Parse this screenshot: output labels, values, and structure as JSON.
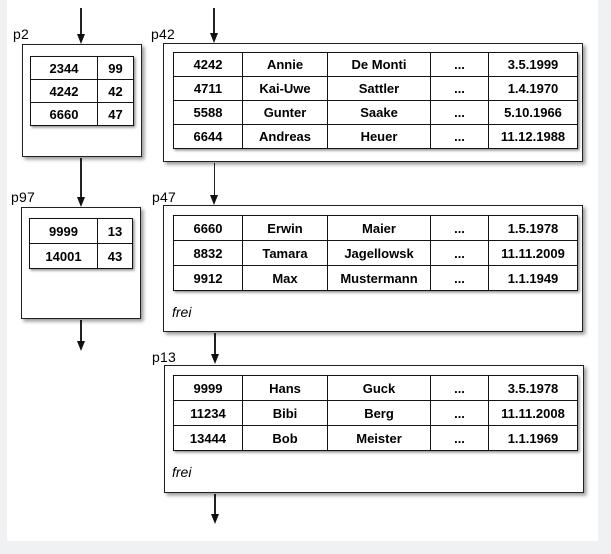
{
  "colors": {
    "line": "#1a1a1a",
    "box_border": "#222222",
    "table_border": "#141414",
    "slide_bg": "#ffffff",
    "margin_bg": "#f0f1f2",
    "text": "#000000"
  },
  "pages": [
    {
      "label": "p2",
      "kind": "index-page",
      "rows": [
        [
          "2344",
          "99"
        ],
        [
          "4242",
          "42"
        ],
        [
          "6660",
          "47"
        ]
      ]
    },
    {
      "label": "p42",
      "kind": "data-page",
      "rows": [
        [
          "4242",
          "Annie",
          "De Monti",
          "...",
          "3.5.1999"
        ],
        [
          "4711",
          "Kai-Uwe",
          "Sattler",
          "...",
          "1.4.1970"
        ],
        [
          "5588",
          "Gunter",
          "Saake",
          "...",
          "5.10.1966"
        ],
        [
          "6644",
          "Andreas",
          "Heuer",
          "...",
          "11.12.1988"
        ]
      ]
    },
    {
      "label": "p97",
      "kind": "index-page",
      "rows": [
        [
          "9999",
          "13"
        ],
        [
          "14001",
          "43"
        ]
      ]
    },
    {
      "label": "p47",
      "kind": "data-page",
      "rows": [
        [
          "6660",
          "Erwin",
          "Maier",
          "...",
          "1.5.1978"
        ],
        [
          "8832",
          "Tamara",
          "Jagellowsk",
          "...",
          "11.11.2009"
        ],
        [
          "9912",
          "Max",
          "Mustermann",
          "...",
          "1.1.1949"
        ]
      ],
      "free_label": "frei"
    },
    {
      "label": "p13",
      "kind": "data-page",
      "rows": [
        [
          "9999",
          "Hans",
          "Guck",
          "...",
          "3.5.1978"
        ],
        [
          "11234",
          "Bibi",
          "Berg",
          "...",
          "11.11.2008"
        ],
        [
          "13444",
          "Bob",
          "Meister",
          "...",
          "1.1.1969"
        ]
      ],
      "free_label": "frei"
    }
  ]
}
